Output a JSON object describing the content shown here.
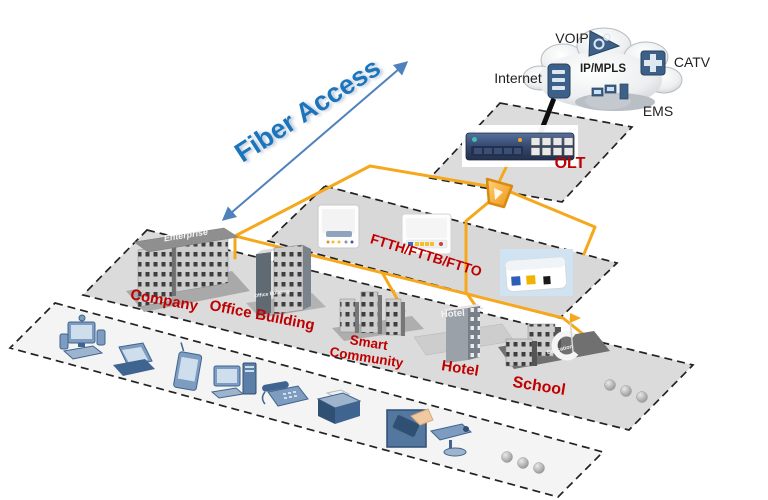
{
  "banner": {
    "fiber_access": "Fiber Access"
  },
  "cloud": {
    "core_label": "IP/MPLS",
    "internet": "Internet",
    "voip": "VOIP",
    "catv": "CATV",
    "ems": "EMS"
  },
  "olt": {
    "label": "OLT"
  },
  "access_layer": {
    "label": "FTTH/FTTB/FTTO",
    "onu_icons": [
      "onu-router",
      "onu-router",
      "onu-box"
    ]
  },
  "premises": {
    "company": "Company",
    "office_building": "Office Building",
    "smart_community": "Smart\nCommunity",
    "hotel": "Hotel",
    "school": "School"
  },
  "signs": {
    "enterprise": "Enterprise",
    "office_building": "Office Building",
    "hotel": "Hotel",
    "education": "Education"
  },
  "terminals": {
    "icons": [
      "desktop-pc",
      "laptop",
      "pda",
      "desktop-computer",
      "telephone",
      "printer",
      "card-reader",
      "cctv-camera"
    ]
  },
  "colors": {
    "accent_blue": "#1b75bc",
    "label_red": "#c00000",
    "fiber_yellow": "#f6a81c",
    "platform_gray": "#d9d9d9",
    "device_blue": "#5b7fa6",
    "cloud_gray": "#c9ced3"
  }
}
